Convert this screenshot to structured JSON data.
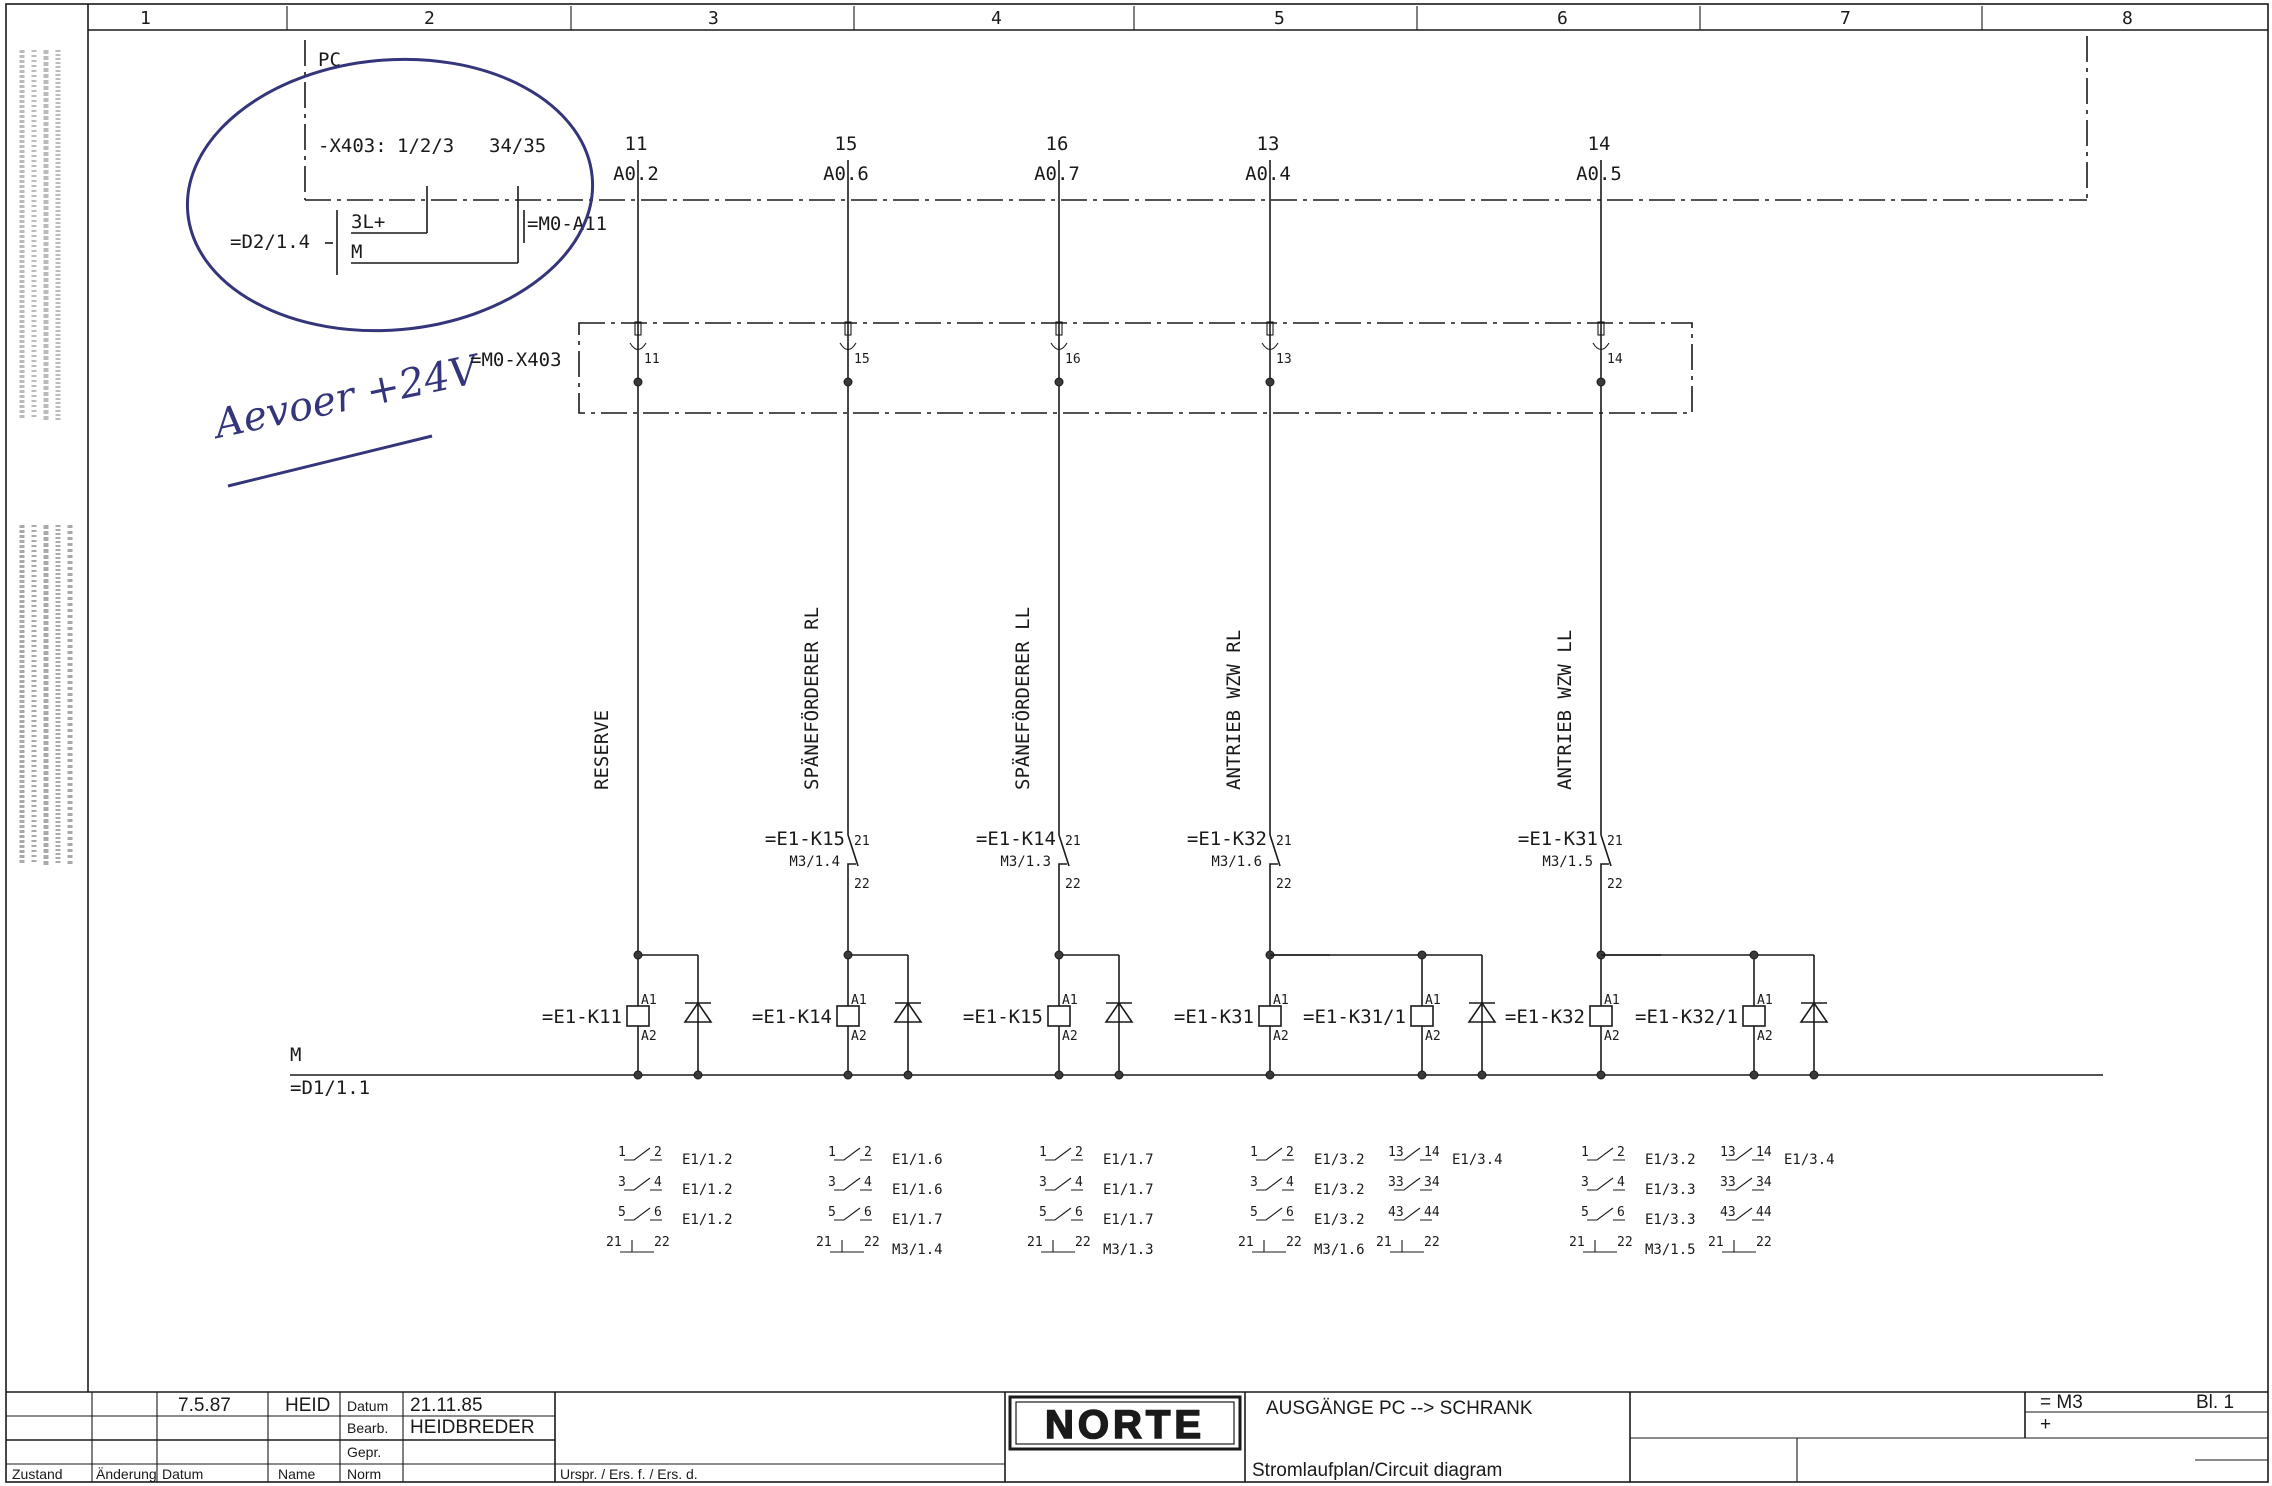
{
  "grid_columns": [
    "1",
    "2",
    "3",
    "4",
    "5",
    "6",
    "7",
    "8"
  ],
  "plc": {
    "label": "PC",
    "connector": "-X403:",
    "terminals_a": "1/2/3",
    "terminals_b": "34/35",
    "supply_pos": "3L+",
    "supply_neg": "M",
    "ref_left": "=D2/1.4",
    "ref_right": "=M0-A11"
  },
  "terminal_block_ref": "=M0-X403",
  "handwritten_note": "Aevoer +24V",
  "outputs": [
    {
      "terminal": "11",
      "address": "A0.2",
      "function": "RESERVE",
      "interlock_ref": "",
      "interlock_page": "",
      "coil": "=E1-K11",
      "contacts": [
        [
          "1",
          "2",
          "E1/1.2"
        ],
        [
          "3",
          "4",
          "E1/1.2"
        ],
        [
          "5",
          "6",
          "E1/1.2"
        ],
        [
          "21",
          "22",
          ""
        ]
      ]
    },
    {
      "terminal": "15",
      "address": "A0.6",
      "function": "SPÄNEFÖRDERER RL",
      "interlock_ref": "=E1-K15",
      "interlock_page": "M3/1.4",
      "coil": "=E1-K14",
      "contacts": [
        [
          "1",
          "2",
          "E1/1.6"
        ],
        [
          "3",
          "4",
          "E1/1.6"
        ],
        [
          "5",
          "6",
          "E1/1.7"
        ],
        [
          "21",
          "22",
          "M3/1.4"
        ]
      ]
    },
    {
      "terminal": "16",
      "address": "A0.7",
      "function": "SPÄNEFÖRDERER LL",
      "interlock_ref": "=E1-K14",
      "interlock_page": "M3/1.3",
      "coil": "=E1-K15",
      "contacts": [
        [
          "1",
          "2",
          "E1/1.7"
        ],
        [
          "3",
          "4",
          "E1/1.7"
        ],
        [
          "5",
          "6",
          "E1/1.7"
        ],
        [
          "21",
          "22",
          "M3/1.3"
        ]
      ]
    },
    {
      "terminal": "13",
      "address": "A0.4",
      "function": "ANTRIEB WZW RL",
      "interlock_ref": "=E1-K32",
      "interlock_page": "M3/1.6",
      "coil": "=E1-K31",
      "contacts": [
        [
          "1",
          "2",
          "E1/3.2"
        ],
        [
          "3",
          "4",
          "E1/3.2"
        ],
        [
          "5",
          "6",
          "E1/3.2"
        ],
        [
          "21",
          "22",
          "M3/1.6"
        ]
      ]
    },
    {
      "terminal": "14",
      "address": "A0.5",
      "function": "ANTRIEB WZW LL",
      "interlock_ref": "=E1-K31",
      "interlock_page": "M3/1.5",
      "coil": "=E1-K32",
      "contacts": [
        [
          "1",
          "2",
          "E1/3.2"
        ],
        [
          "3",
          "4",
          "E1/3.3"
        ],
        [
          "5",
          "6",
          "E1/3.3"
        ],
        [
          "21",
          "22",
          "M3/1.5"
        ]
      ]
    }
  ],
  "aux_coils": [
    {
      "coil": "=E1-K31/1",
      "contacts": [
        [
          "13",
          "14",
          "E1/3.4"
        ],
        [
          "33",
          "34",
          ""
        ],
        [
          "43",
          "44",
          ""
        ],
        [
          "21",
          "22",
          ""
        ]
      ]
    },
    {
      "coil": "=E1-K32/1",
      "contacts": [
        [
          "13",
          "14",
          "E1/3.4"
        ],
        [
          "33",
          "34",
          ""
        ],
        [
          "43",
          "44",
          ""
        ],
        [
          "21",
          "22",
          ""
        ]
      ]
    }
  ],
  "coil_pins": {
    "a1": "A1",
    "a2": "A2",
    "nc_in": "21",
    "nc_out": "22"
  },
  "rail": {
    "label": "M",
    "ref": "=D1/1.1"
  },
  "title_block": {
    "rev_date": "7.5.87",
    "rev_name": "HEID",
    "datum_label": "Datum",
    "datum": "21.11.85",
    "bearb_label": "Bearb.",
    "bearb": "HEIDBREDER",
    "gepr_label": "Gepr.",
    "norm_label": "Norm",
    "col_zustand": "Zustand",
    "col_aenderung": "Änderung",
    "col_datum": "Datum",
    "col_name": "Name",
    "urspr": "Urspr. / Ers. f. / Ers. d.",
    "logo": "NORTE",
    "title": "AUSGÄNGE PC --> SCHRANK",
    "subtitle": "Stromlaufplan/Circuit diagram",
    "sheet_code": "= M3",
    "sheet_plus": "+",
    "sheet_no": "Bl. 1"
  }
}
